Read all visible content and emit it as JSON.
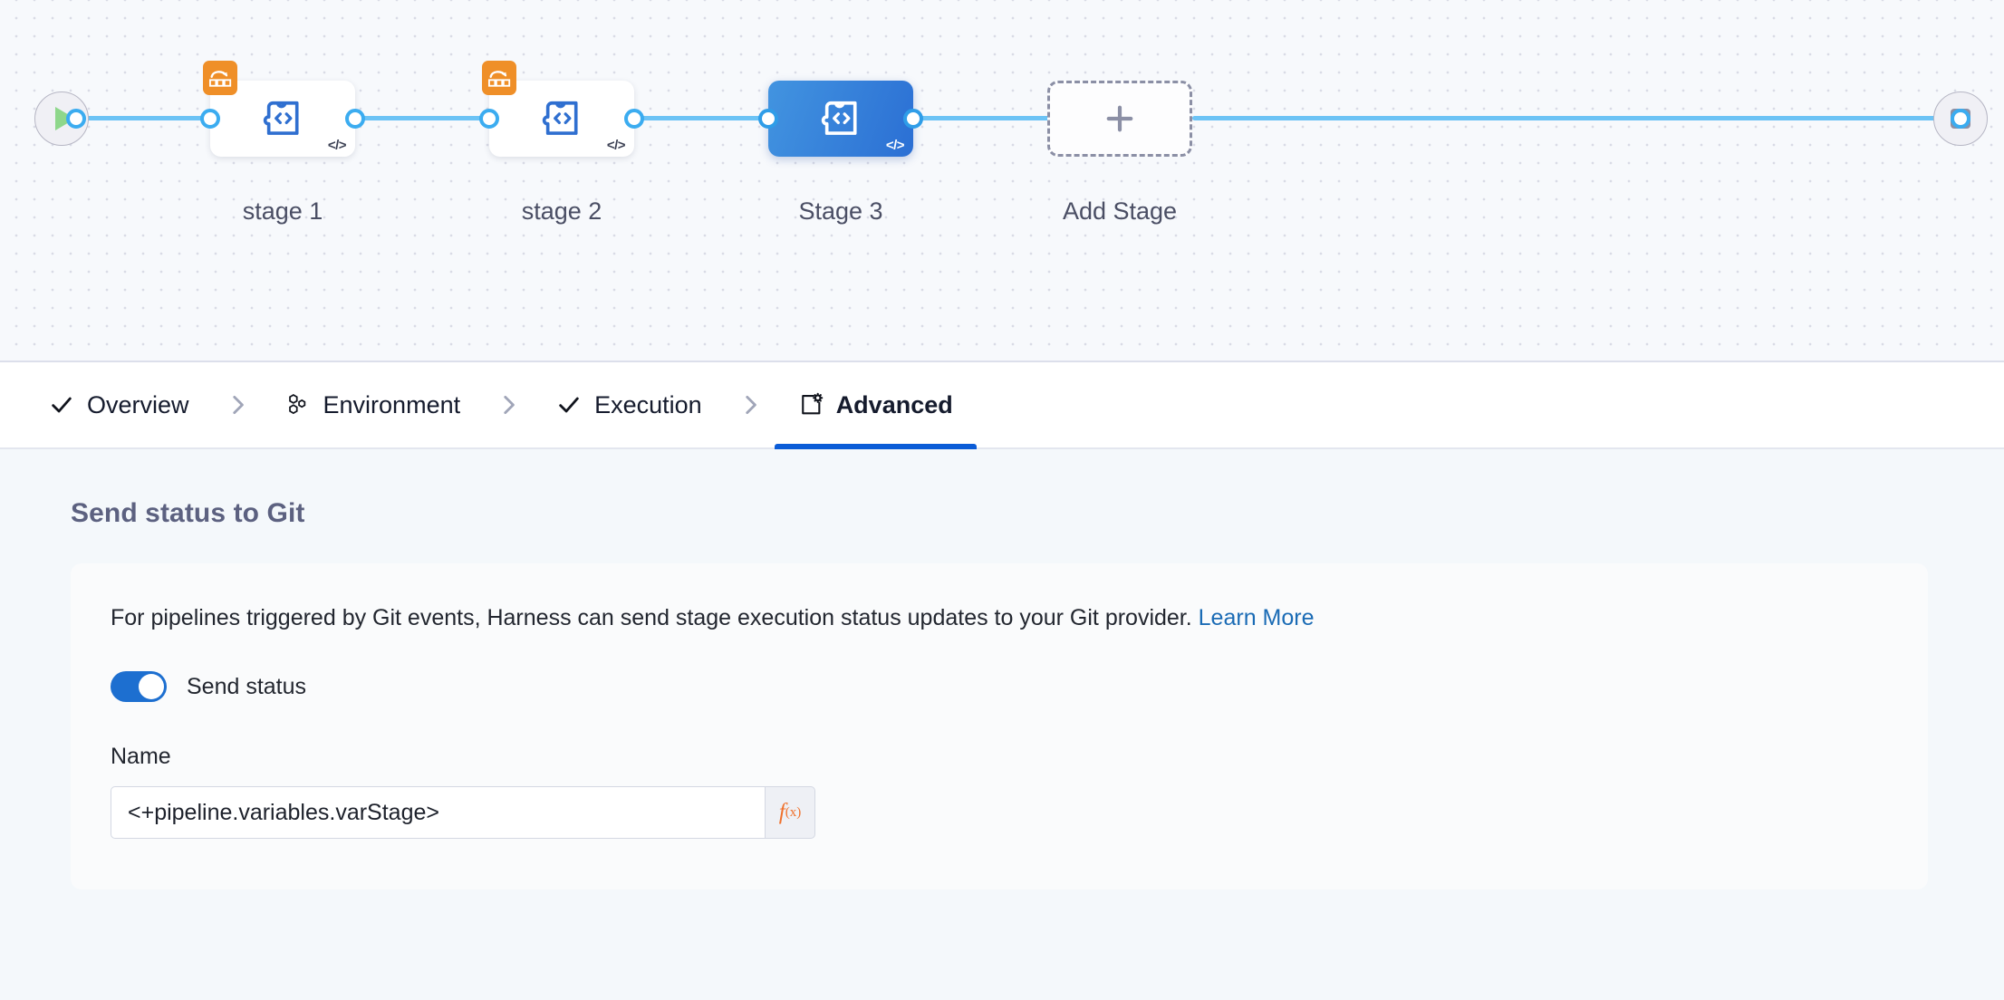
{
  "canvas": {
    "start_node": {
      "icon": "play-icon"
    },
    "end_node": {
      "icon": "stop-icon"
    },
    "stages": [
      {
        "label": "stage 1",
        "icon": "puzzle-stage-icon",
        "badge": "template-matrix-badge-icon",
        "code_marker": "</>",
        "selected": false
      },
      {
        "label": "stage 2",
        "icon": "puzzle-stage-icon",
        "badge": "template-matrix-badge-icon",
        "code_marker": "</>",
        "selected": false
      },
      {
        "label": "Stage 3",
        "icon": "puzzle-stage-icon",
        "badge": null,
        "code_marker": "</>",
        "selected": true
      }
    ],
    "add_stage": {
      "label": "Add Stage",
      "icon": "plus-icon"
    }
  },
  "tabs": [
    {
      "label": "Overview",
      "icon": "check-icon",
      "active": false
    },
    {
      "label": "Environment",
      "icon": "infrastructure-hex-icon",
      "active": false
    },
    {
      "label": "Execution",
      "icon": "check-icon",
      "active": false
    },
    {
      "label": "Advanced",
      "icon": "advanced-gear-icon",
      "active": true
    }
  ],
  "content": {
    "section_title": "Send status to Git",
    "description": "For pipelines triggered by Git events, Harness can send stage execution status updates to your Git provider.",
    "learn_more": "Learn More",
    "toggle": {
      "label": "Send status",
      "on": true
    },
    "name_field": {
      "label": "Name",
      "value": "<+pipeline.variables.varStage>",
      "placeholder": "",
      "expression_button": "f"
    }
  },
  "colors": {
    "accent_blue": "#0b5cd7",
    "edge_blue": "#6cc3f5",
    "selected_node_blue": "#2b6fd4",
    "badge_orange": "#ef8f28",
    "fx_orange": "#f0712c",
    "link_blue": "#1a6bb5",
    "play_green": "#8ed78b"
  }
}
